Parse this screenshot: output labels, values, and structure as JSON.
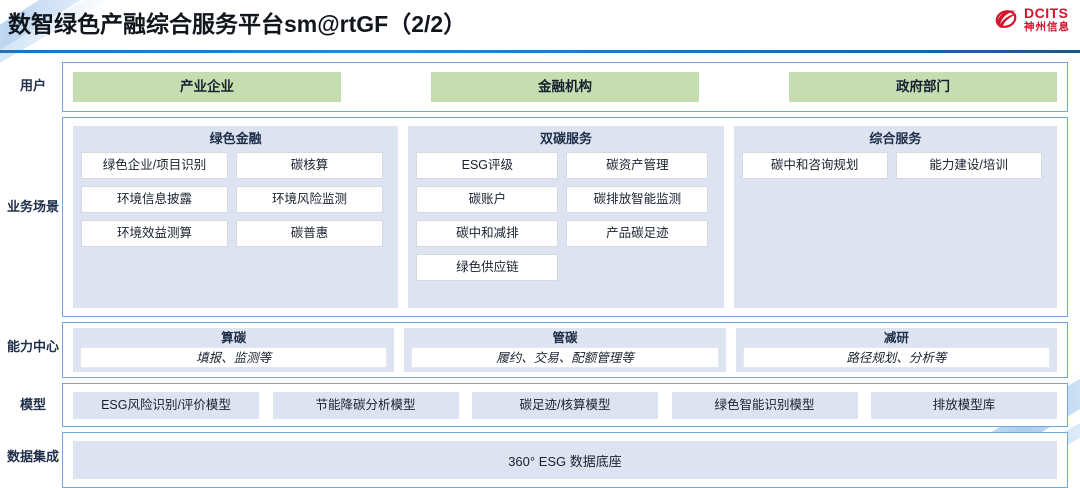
{
  "header": {
    "title": "数智绿色产融综合服务平台sm@rtGF（2/2）",
    "logo_en": "DCITS",
    "logo_cn": "神州信息",
    "logo_icon": "dcits-swoosh-logo",
    "brand_color": "#d6122c",
    "rule_color": "#1f73bd"
  },
  "rows": {
    "user": {
      "label": "用户",
      "chips": [
        "产业企业",
        "金融机构",
        "政府部门"
      ],
      "chip_color": "#c6ddb2"
    },
    "scenario": {
      "label": "业务场景",
      "groups": [
        {
          "title": "绿色金融",
          "items": [
            "绿色企业/项目识别",
            "碳核算",
            "环境信息披露",
            "环境风险监测",
            "环境效益测算",
            "碳普惠"
          ]
        },
        {
          "title": "双碳服务",
          "items": [
            "ESG评级",
            "碳资产管理",
            "碳账户",
            "碳排放智能监测",
            "碳中和减排",
            "产品碳足迹",
            "绿色供应链"
          ]
        },
        {
          "title": "综合服务",
          "items": [
            "碳中和咨询规划",
            "能力建设/培训"
          ]
        }
      ],
      "group_bg": "#dde3f1"
    },
    "capability": {
      "label": "能力中心",
      "groups": [
        {
          "title": "算碳",
          "sub": "填报、监测等"
        },
        {
          "title": "管碳",
          "sub": "履约、交易、配额管理等"
        },
        {
          "title": "减研",
          "sub": "路径规划、分析等"
        }
      ]
    },
    "model": {
      "label": "模型",
      "chips": [
        "ESG风险识别/评价模型",
        "节能降碳分析模型",
        "碳足迹/核算模型",
        "绿色智能识别模型",
        "排放模型库"
      ],
      "chip_color": "#dde3f1"
    },
    "data": {
      "label": "数据集成",
      "bar": "360° ESG 数据底座",
      "bar_color": "#dde3f1"
    }
  }
}
